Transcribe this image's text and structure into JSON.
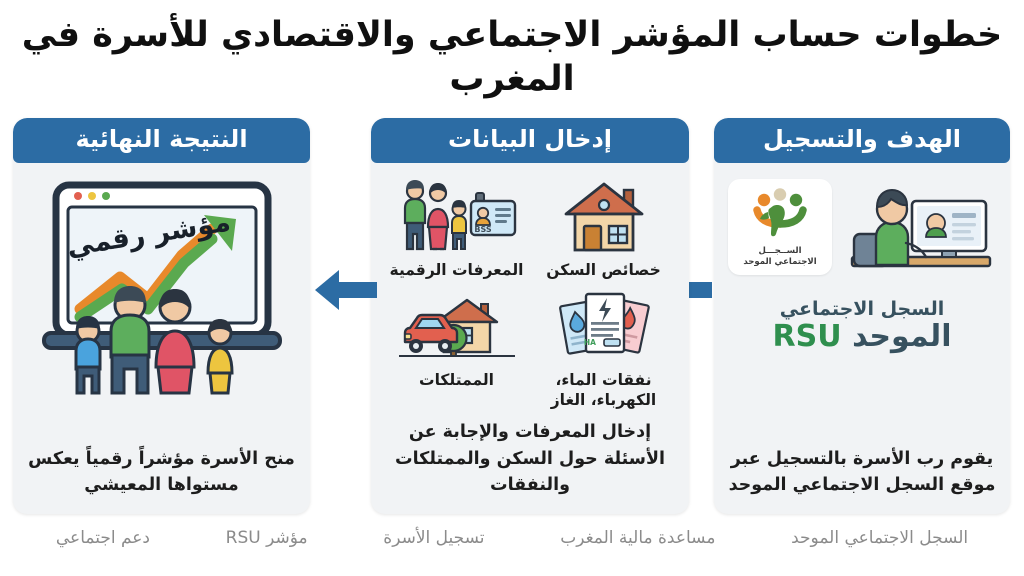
{
  "title": "خطوات حساب المؤشر الاجتماعي والاقتصادي للأسرة في المغرب",
  "colors": {
    "header_blue": "#2c6ca4",
    "arrow_blue": "#2c6ca4",
    "card_bg": "#f1f3f5",
    "page_bg": "#ffffff",
    "rsu_green": "#2f8f4e",
    "rsu_dark": "#37515f",
    "tag_grey": "#8b8b8b",
    "logo_orange": "#e8892b",
    "logo_green": "#4e8f3c"
  },
  "cards": {
    "right": {
      "header": "الهدف والتسجيل",
      "logo": {
        "line1": "الســجـــل",
        "line2": "الاجتماعي الموحد"
      },
      "wordmark": {
        "line1": "السجل الاجتماعي",
        "line2_ar": "الموحد",
        "line2_en": "RSU"
      },
      "caption": "يقوم رب الأسرة بالتسجيل عبر موقع السجل الاجتماعي الموحد"
    },
    "middle": {
      "header": "إدخال البيانات",
      "icons": [
        {
          "label": "المعرفات الرقمية",
          "icon": "family-id-card-icon",
          "badge_text": "BSS"
        },
        {
          "label": "خصائص السكن",
          "icon": "house-icon"
        },
        {
          "label": "الممتلكات",
          "icon": "car-house-tree-icon"
        },
        {
          "label": "نفقات الماء، الكهرباء، الغاز",
          "icon": "utility-bills-icon",
          "bill_tag": "HA"
        }
      ],
      "caption": "إدخال المعرفات والإجابة عن الأسئلة حول السكن والممتلكات والنفقات"
    },
    "left": {
      "header": "النتيجة النهائية",
      "screen_text": "مؤشر رقمي",
      "icon": "laptop-growth-chart-family-icon",
      "caption": "منح الأسرة مؤشراً رقمياً يعكس مستواها المعيشي"
    }
  },
  "arrows": [
    {
      "name": "arrow-middle-to-left",
      "direction": "left"
    },
    {
      "name": "arrow-right-to-middle",
      "direction": "left"
    }
  ],
  "tags": [
    "السجل الاجتماعي الموحد",
    "مساعدة مالية المغرب",
    "تسجيل الأسرة",
    "مؤشر RSU",
    "دعم اجتماعي"
  ]
}
